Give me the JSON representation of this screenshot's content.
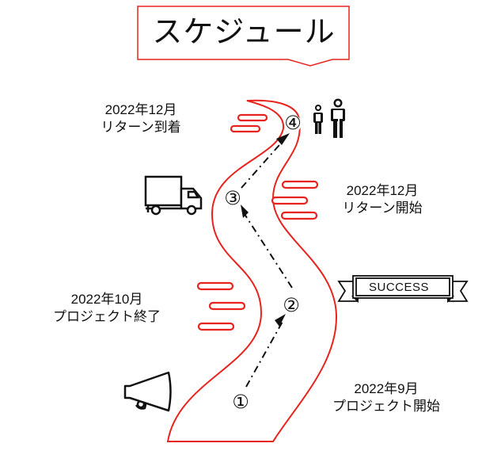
{
  "title": "スケジュール",
  "milestones": [
    {
      "step": "1",
      "date": "2022年9月",
      "label": "プロジェクト開始",
      "icon": "megaphone-icon"
    },
    {
      "step": "2",
      "date": "2022年10月",
      "label": "プロジェクト終了",
      "icon": "success-banner-icon"
    },
    {
      "step": "3",
      "date": "2022年12月",
      "label": "リターン開始",
      "icon": "truck-icon"
    },
    {
      "step": "4",
      "date": "2022年12月",
      "label": "リターン到着",
      "icon": "people-icon"
    }
  ],
  "step_symbols": [
    "①",
    "②",
    "③",
    "④"
  ],
  "banner_text": "SUCCESS",
  "colors": {
    "road": "#e8231e",
    "accent_bars": "#e8231e",
    "ink": "#111111",
    "title_border": "#e8231e"
  }
}
